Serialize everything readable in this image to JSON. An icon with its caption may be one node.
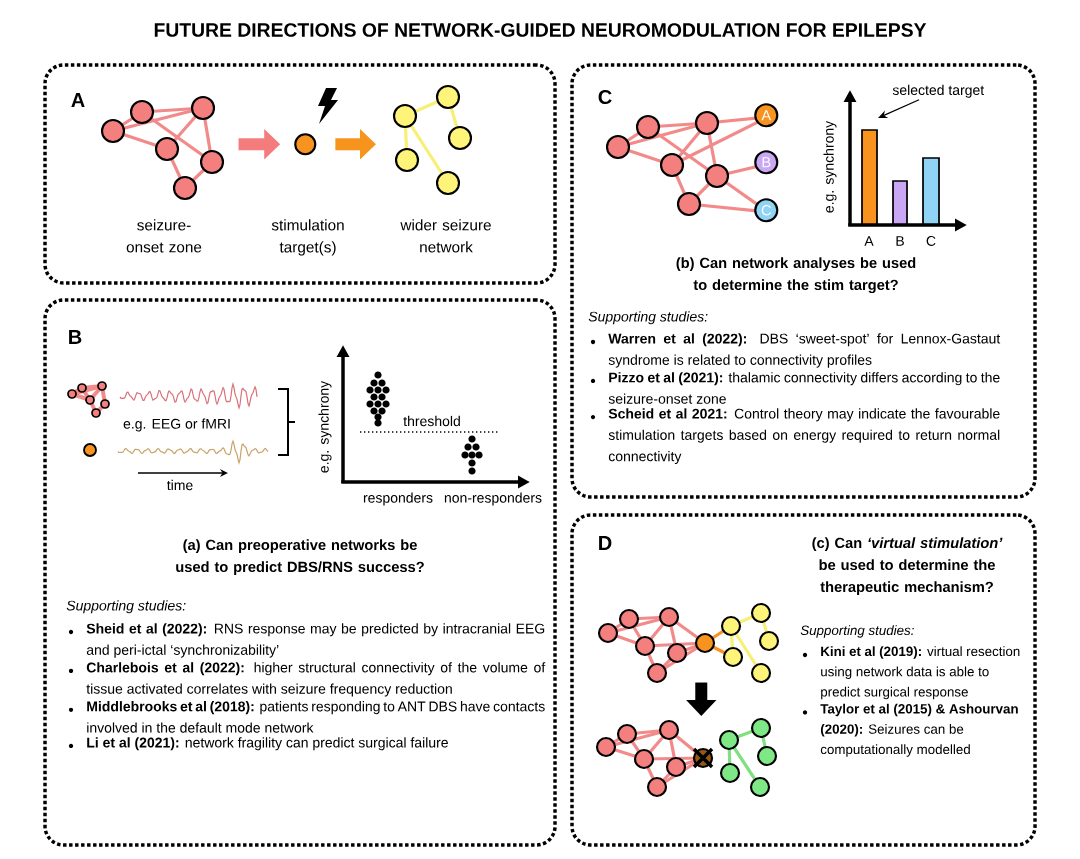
{
  "diagram": {
    "title": "FUTURE DIRECTIONS OF NETWORK-GUIDED NEUROMODULATION FOR EPILEPSY",
    "nodes": [
      {
        "text": [
          "A"
        ]
      },
      {
        "text": [],
        "shape": "picture",
        "in": 0,
        "beside": [
          "seizure-onset zone"
        ]
      },
      {
        "text": [],
        "shape": "circle",
        "in": 0
      },
      {
        "text": [],
        "shape": "picture",
        "in": 0,
        "beside": [
          "wider seizure network"
        ]
      },
      {
        "text": [
          "B",
          "(a) Can preoperative networks be used to predict DBS/RNS success?",
          "Supporting studies:",
          "**Sheid et al (2022):** RNS response may be predicted by intracranial EEG and peri-ictal ‘synchronizability’",
          "**Charlebois et al (2022):** higher structural connectivity of the volume of tissue activated correlates with seizure frequency reduction",
          "**Middlebrooks et al (2018):** patients responding to ANT DBS have contacts involved in the default mode network",
          "**Li et al (2021):** network fragility can predict surgical failure"
        ]
      },
      {
        "text": [
          "C",
          "(b) Can network analyses be used to determine the stim target?",
          "Supporting studies:",
          "**Warren et al (2022):** DBS ‘sweet-spot’ for Lennox-Gastaut syndrome is related to connectivity profiles",
          "**Pizzo et al (2021):** thalamic connectivity differs according to the seizure-onset zone",
          "**Scheid et al 2021:** Control theory may indicate the favourable stimulation targets based on energy required to return normal connectivity"
        ]
      },
      {
        "text": [
          "A"
        ],
        "in": 5
      },
      {
        "text": [
          "B"
        ],
        "in": 5
      },
      {
        "text": [
          "C"
        ],
        "in": 5
      },
      {
        "text": [
          "selected target"
        ],
        "in": 5
      },
      {
        "text": [
          "D",
          "(c) Can *‘virtual stimulation’* be used to determine the therapeutic mechanism?",
          "Supporting studies:",
          "**Kini et al (2019):** virtual resection using network data is able to predict surgical response",
          "**Taylor et al (2015) & Ashourvan (2020):** Seizures can be computationally modelled"
        ]
      },
      {
        "text": [],
        "shape": "picture",
        "in": 10
      },
      {
        "text": [],
        "shape": "picture",
        "in": 10
      }
    ],
    "edges": [
      {
        "from": 1,
        "to": 2,
        "arrow": "to",
        "color": "#f47c7c"
      },
      {
        "from": 2,
        "to": 3,
        "arrow": "to",
        "color": "#f7941d"
      },
      {
        "from": 9,
        "to": null,
        "arrow": "to"
      },
      {
        "from": 11,
        "to": 12,
        "arrow": "to"
      }
    ],
    "labels": [
      "stimulation target(s)",
      "e.g. EEG or fMRI",
      "time",
      "e.g. synchrony",
      "threshold",
      "responders",
      "non-responders",
      "e.g. synchrony",
      "A",
      "B",
      "C"
    ]
  }
}
